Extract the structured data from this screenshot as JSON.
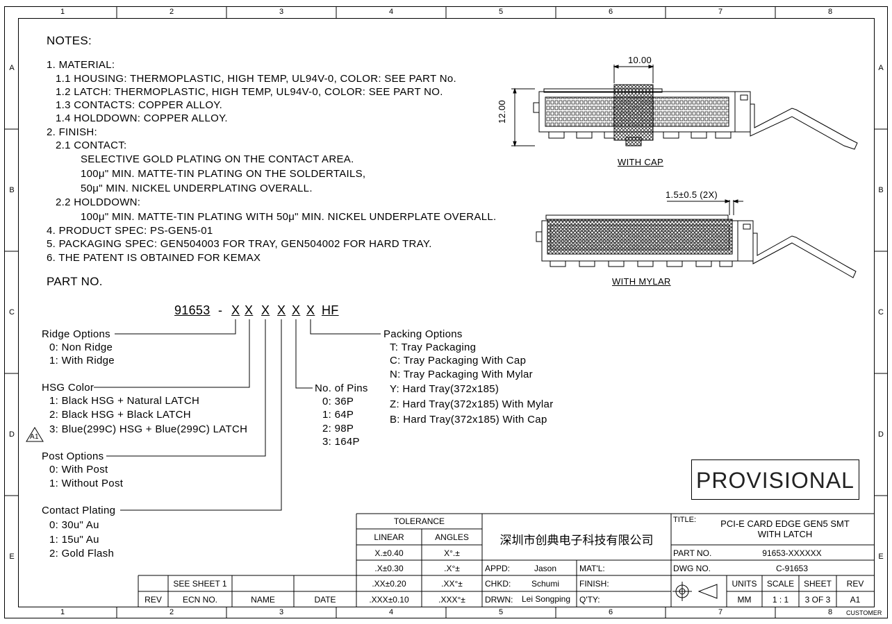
{
  "frame": {
    "columns": [
      "1",
      "2",
      "3",
      "4",
      "5",
      "6",
      "7",
      "8"
    ],
    "rows": [
      "A",
      "B",
      "C",
      "D",
      "E"
    ]
  },
  "notes": {
    "heading": "NOTES:",
    "lines": [
      "1. MATERIAL:",
      "1.1 HOUSING: THERMOPLASTIC, HIGH TEMP, UL94V-0, COLOR: SEE PART No.",
      "1.2 LATCH: THERMOPLASTIC, HIGH TEMP, UL94V-0, COLOR: SEE PART NO.",
      "1.3 CONTACTS: COPPER ALLOY.",
      "1.4 HOLDDOWN: COPPER ALLOY.",
      "2. FINISH:",
      "2.1 CONTACT:",
      "SELECTIVE GOLD PLATING ON THE CONTACT AREA.",
      "100μ\" MIN. MATTE-TIN PLATING ON THE SOLDERTAILS,",
      "50μ\" MIN. NICKEL UNDERPLATING OVERALL.",
      "2.2 HOLDDOWN:",
      "100μ\" MIN. MATTE-TIN PLATING WITH 50μ\" MIN. NICKEL UNDERPLATE OVERALL.",
      "4. PRODUCT SPEC: PS-GEN5-01",
      "5. PACKAGING SPEC: GEN504003 FOR TRAY, GEN504002 FOR HARD TRAY.",
      "6. THE PATENT IS OBTAINED FOR KEMAX"
    ]
  },
  "part_no": {
    "heading": "PART NO.",
    "base": "91653",
    "dash": "-",
    "x": "X",
    "suffix": "HF",
    "ridge": {
      "title": "Ridge Options",
      "items": [
        "0: Non Ridge",
        "1: With Ridge"
      ]
    },
    "hsg": {
      "title": "HSG Color",
      "items": [
        "1: Black HSG + Natural LATCH",
        "2: Black HSG + Black LATCH",
        "3: Blue(299C) HSG + Blue(299C) LATCH"
      ],
      "rev_mark": "A1"
    },
    "post": {
      "title": "Post Options",
      "items": [
        "0: With Post",
        "1: Without Post"
      ]
    },
    "plating": {
      "title": "Contact Plating",
      "items": [
        "0: 30u\" Au",
        "1: 15u\" Au",
        "2: Gold Flash"
      ]
    },
    "pins": {
      "title": "No. of Pins",
      "items": [
        "0: 36P",
        "1: 64P",
        "2: 98P",
        "3: 164P"
      ]
    },
    "packing": {
      "title": "Packing Options",
      "items": [
        "T: Tray Packaging",
        "C: Tray Packaging With Cap",
        "N: Tray Packaging With Mylar",
        "Y: Hard Tray(372x185)",
        "Z: Hard Tray(372x185) With Mylar",
        "B: Hard Tray(372x185) With Cap"
      ]
    }
  },
  "views": {
    "cap": {
      "label": "WITH CAP",
      "dim_width": "10.00",
      "dim_height": "12.00"
    },
    "mylar": {
      "label": "WITH MYLAR",
      "dim_gap": "1.5±0.5 (2X)"
    }
  },
  "stamp": "PROVISIONAL",
  "title_block": {
    "tolerance": "TOLERANCE",
    "linear": "LINEAR",
    "angles": "ANGLES",
    "tol_rows": [
      {
        "lin": "X.±0.40",
        "ang": "X°.±"
      },
      {
        "lin": ".X±0.30",
        "ang": ".X°±"
      },
      {
        "lin": ".XX±0.20",
        "ang": ".XX°±"
      },
      {
        "lin": ".XXX±0.10",
        "ang": ".XXX°±"
      }
    ],
    "company": "深圳市创典电子科技有限公司",
    "appd_label": "APPD:",
    "appd": "Jason",
    "chkd_label": "CHKD:",
    "chkd": "Schumi",
    "drwn_label": "DRWN:",
    "drwn": "Lei Songping",
    "matl_label": "MAT'L:",
    "finish_label": "FINISH:",
    "qty_label": "Q'TY:",
    "title_label": "TITLE:",
    "title_line1": "PCI-E CARD EDGE GEN5 SMT",
    "title_line2": "WITH LATCH",
    "partno_label": "PART NO.",
    "partno": "91653-XXXXXX",
    "dwgno_label": "DWG NO.",
    "dwgno": "C-91653",
    "units_label": "UNITS",
    "units": "MM",
    "scale_label": "SCALE",
    "scale": "1 : 1",
    "sheet_label": "SHEET",
    "sheet": "3 OF 3",
    "rev_label": "REV",
    "rev": "A1",
    "customer": "CUSTOMER",
    "see_sheet": "SEE SHEET 1",
    "rev_col": "REV",
    "ecn_col": "ECN NO.",
    "name_col": "NAME",
    "date_col": "DATE"
  }
}
